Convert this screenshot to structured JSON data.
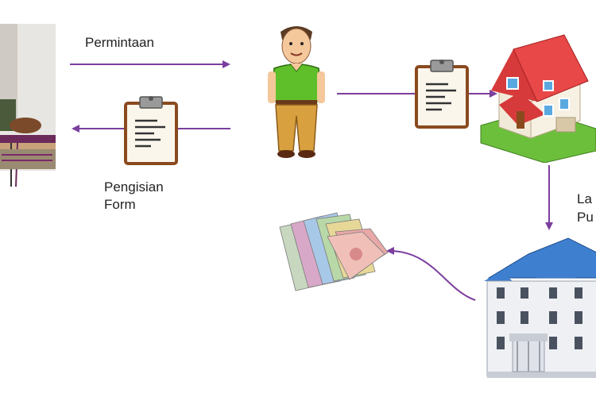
{
  "labels": {
    "request": "Permintaan",
    "form_fill_line1": "Pengisian",
    "form_fill_line2": "Form",
    "right_cut_line1": "La",
    "right_cut_line2": "Pu"
  },
  "colors": {
    "arrow": "#7b3f9e",
    "clipboard_board": "#fbf6ec",
    "clipboard_frame": "#8a4a1e",
    "shirt": "#5fbf2a",
    "pants": "#d9a040",
    "roof_red": "#d63a3a",
    "roof_blue": "#3f7fd0",
    "grass": "#6cbf3b"
  },
  "icons": [
    "weaver-photo",
    "clipboard-icon",
    "man-icon",
    "house-icon",
    "bank-building-icon",
    "money-icon"
  ]
}
